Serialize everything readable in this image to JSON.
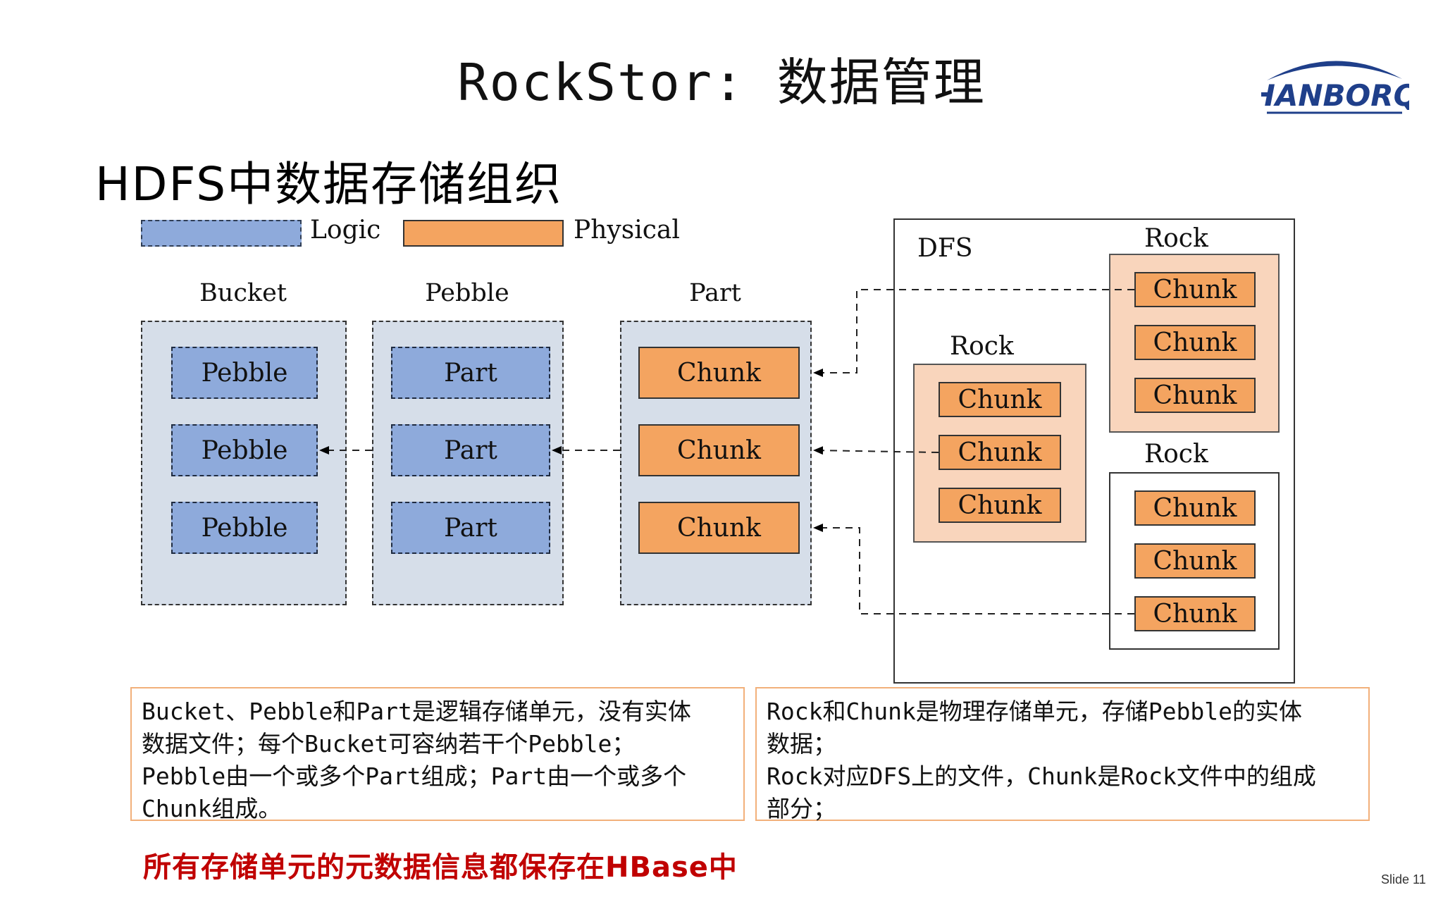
{
  "title": "RockStor: 数据管理",
  "logo_text": "HANBORQ",
  "subtitle": "HDFS中数据存储组织",
  "legend": {
    "logic": "Logic",
    "physical": "Physical"
  },
  "columns": {
    "bucket": {
      "title": "Bucket",
      "items": [
        "Pebble",
        "Pebble",
        "Pebble"
      ]
    },
    "pebble": {
      "title": "Pebble",
      "items": [
        "Part",
        "Part",
        "Part"
      ]
    },
    "part": {
      "title": "Part",
      "items": [
        "Chunk",
        "Chunk",
        "Chunk"
      ]
    }
  },
  "dfs": {
    "label": "DFS",
    "rocks": [
      {
        "label": "Rock",
        "chunks": [
          "Chunk",
          "Chunk",
          "Chunk"
        ]
      },
      {
        "label": "Rock",
        "chunks": [
          "Chunk",
          "Chunk",
          "Chunk"
        ]
      },
      {
        "label": "Rock",
        "chunks": [
          "Chunk",
          "Chunk",
          "Chunk"
        ]
      }
    ]
  },
  "notes": {
    "left": [
      "Bucket、Pebble和Part是逻辑存储单元，没有实体",
      "数据文件；每个Bucket可容纳若干个Pebble；",
      "Pebble由一个或多个Part组成；Part由一个或多个",
      "Chunk组成。"
    ],
    "right": [
      "Rock和Chunk是物理存储单元，存储Pebble的实体",
      "数据；",
      "Rock对应DFS上的文件，Chunk是Rock文件中的组成",
      "部分；"
    ]
  },
  "footer_note": "所有存储单元的元数据信息都保存在HBase中",
  "slide_number": "Slide 11",
  "colors": {
    "logic": "#8eaadb",
    "physical": "#f4a460",
    "rock": "#f9d5bc",
    "column_bg": "#d6dee9",
    "highlight": "#c00000"
  }
}
